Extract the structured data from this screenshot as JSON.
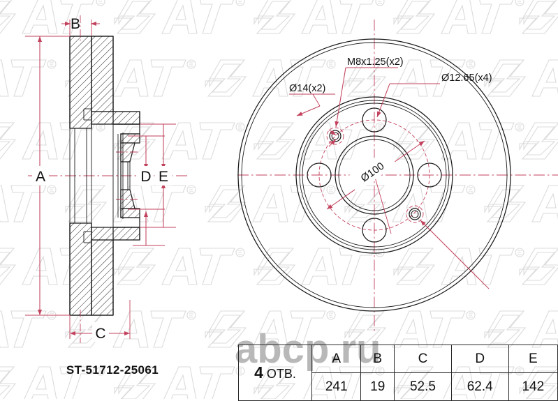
{
  "drawing": {
    "part_number": "ST-51712-25061",
    "watermark_brand": "SAT",
    "watermark_site": "abcp.ru",
    "section_view": {
      "dimension_labels": {
        "a": "A",
        "b": "B",
        "c": "C",
        "d": "D",
        "e": "E"
      }
    },
    "face_view": {
      "callouts": [
        {
          "id": "bolt-holes",
          "text": "Ø12.65(x4)"
        },
        {
          "id": "threaded-holes",
          "text": "M8x1.25(x2)"
        },
        {
          "id": "locating-holes",
          "text": "Ø14(x2)"
        },
        {
          "id": "bolt-circle",
          "text": "Ø100"
        }
      ]
    },
    "table": {
      "corner_count": "4",
      "corner_unit": "ОТВ.",
      "headers": [
        "A",
        "B",
        "C",
        "D",
        "E"
      ],
      "values": [
        "241",
        "19",
        "52.5",
        "62.4",
        "142"
      ]
    },
    "colors": {
      "outline": "#1a1a1a",
      "dimension": "#c2415c",
      "watermark": "#cfcfcf",
      "background": "#ffffff"
    }
  }
}
